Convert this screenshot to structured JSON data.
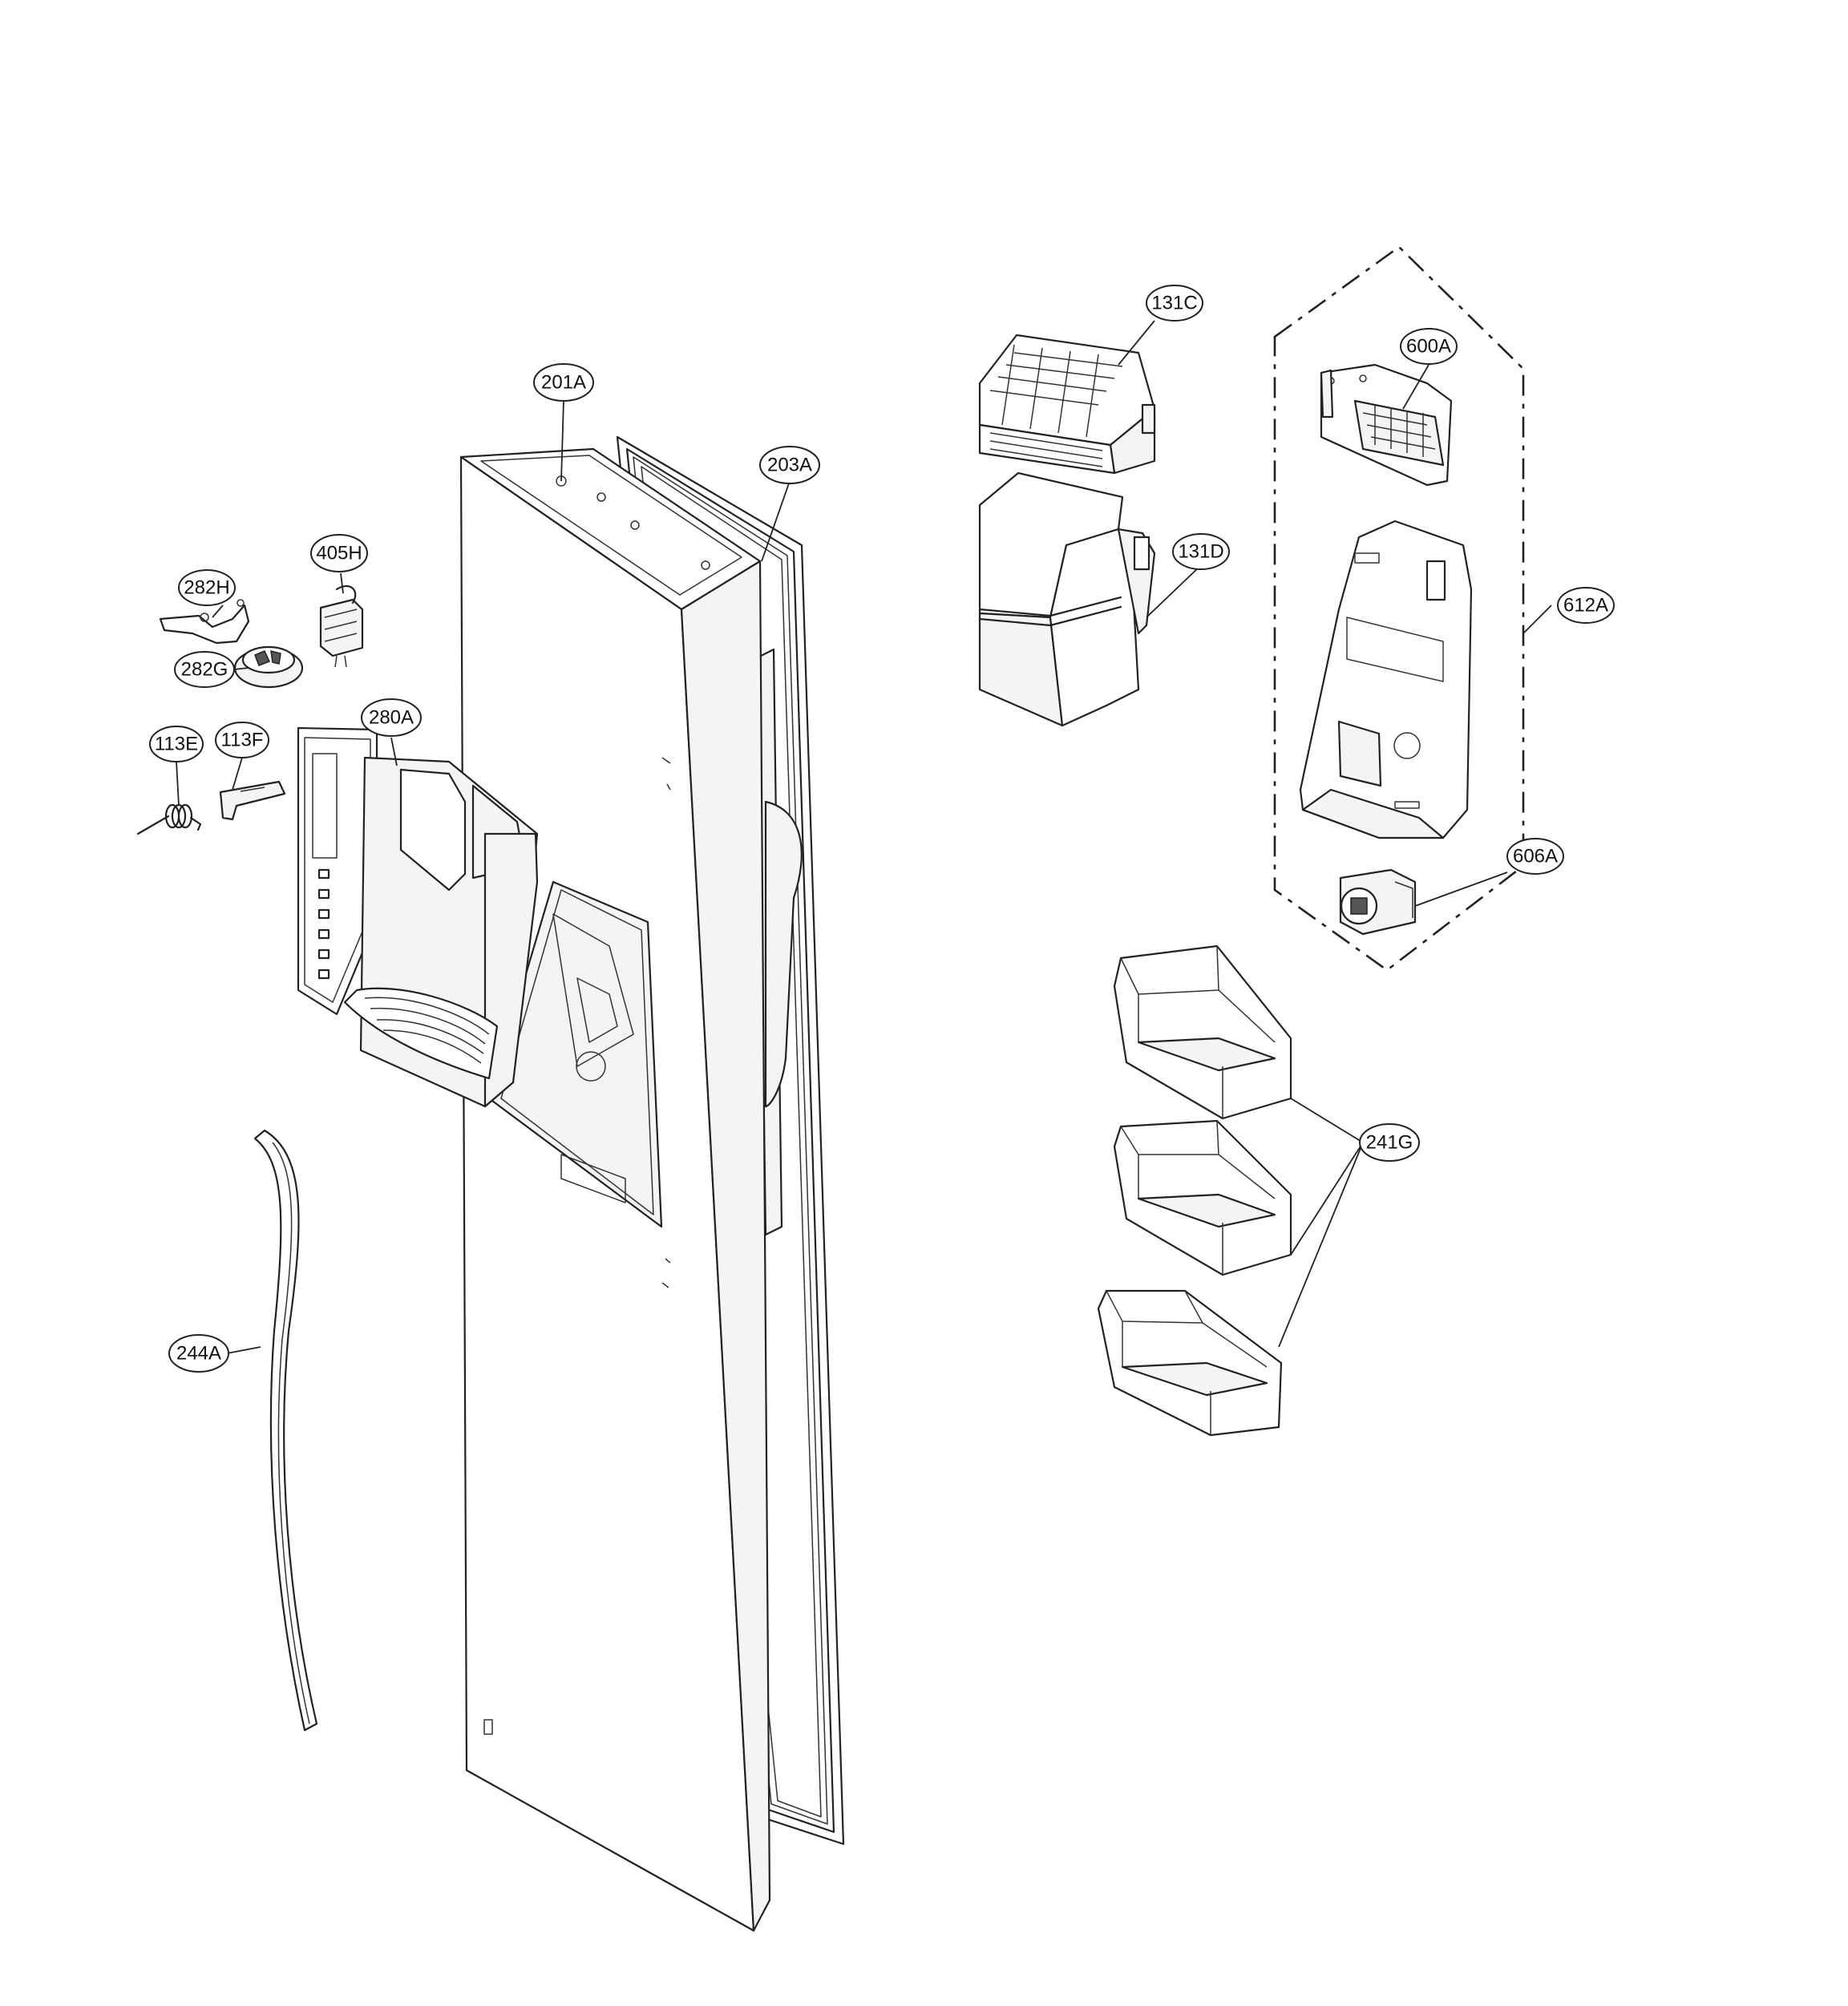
{
  "callouts": {
    "c131C": "131C",
    "c600A": "600A",
    "c201A": "201A",
    "c203A": "203A",
    "c405H": "405H",
    "c131D": "131D",
    "c282H": "282H",
    "c612A": "612A",
    "c282G": "282G",
    "c280A": "280A",
    "c113E": "113E",
    "c113F": "113F",
    "c606A": "606A",
    "c241G": "241G",
    "c244A": "244A"
  }
}
